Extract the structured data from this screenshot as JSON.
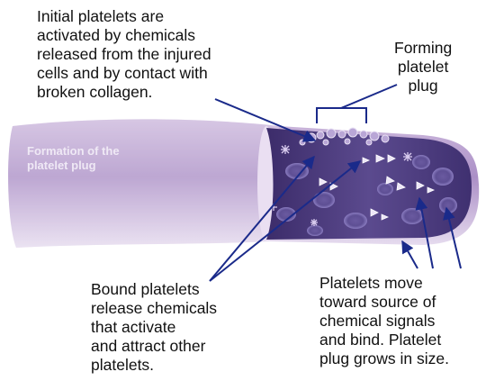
{
  "labels": {
    "initial": "Initial platelets are\nactivated by chemicals\nreleased from the injured\ncells and by contact with\nbroken collagen.",
    "forming": "Forming\nplatelet\nplug",
    "bound": "Bound platelets\nrelease chemicals\nthat activate\nand attract other\nplatelets.",
    "move": "Platelets move\ntoward source of\nchemical signals\nand bind. Platelet\nplug grows in size."
  },
  "vessel_title": "Formation of the\nplatelet plug",
  "colors": {
    "vessel_outer": "#d7c8e3",
    "vessel_inner": "#4a3a78",
    "arrow": "#1a2a8a",
    "text": "#111111"
  }
}
